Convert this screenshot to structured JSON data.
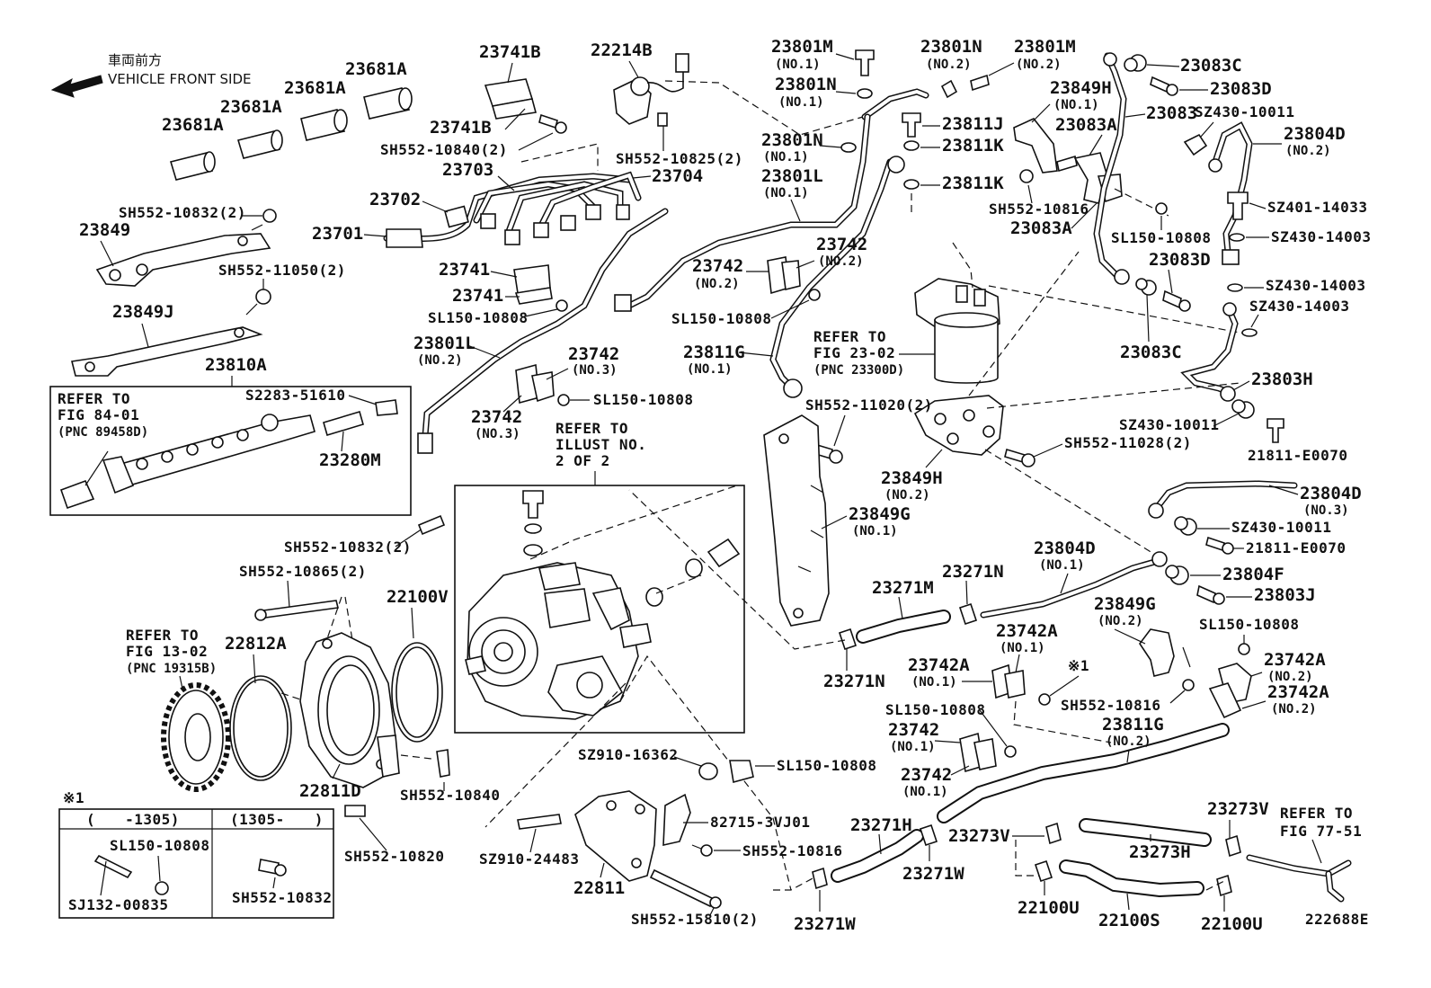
{
  "header": {
    "front_jp": "車両前方",
    "front_en": "VEHICLE FRONT SIDE"
  },
  "figure_id": "222688E",
  "labels": {
    "p23681A_1": "23681A",
    "p23681A_2": "23681A",
    "p23681A_3": "23681A",
    "p23681A_4": "23681A",
    "p23741B_1": "23741B",
    "p23741B_2": "23741B",
    "p22214B": "22214B",
    "sh10840_2": "SH552-10840(2)",
    "sh10825_2": "SH552-10825(2)",
    "p23703": "23703",
    "p23704": "23704",
    "p23702": "23702",
    "p23701": "23701",
    "sh10832_a": "SH552-10832(2)",
    "p23849": "23849",
    "sh11050": "SH552-11050(2)",
    "p23849J": "23849J",
    "p23810A": "23810A",
    "refer84_1": "REFER TO",
    "refer84_2": "FIG 84-01",
    "refer84_3": "(PNC 89458D)",
    "s2283": "S2283-51610",
    "p23280M": "23280M",
    "p23741_1": "23741",
    "p23741_2": "23741",
    "sl10808_a": "SL150-10808",
    "p23801L_2": "23801L",
    "no2_a": "(NO.2)",
    "p23742_3a": "23742",
    "no3_a": "(NO.3)",
    "p23742_3b": "23742",
    "no3_b": "(NO.3)",
    "sl10808_b": "SL150-10808",
    "illust_1": "REFER TO",
    "illust_2": "ILLUST NO.",
    "illust_3": "2 OF 2",
    "p23801M_1": "23801M",
    "no1_m": "(NO.1)",
    "p23801N_1": "23801N",
    "no1_n": "(NO.1)",
    "p23801N_2": "23801N",
    "no2_n": "(NO.2)",
    "p23801M_2": "23801M",
    "no2_m": "(NO.2)",
    "p23801N_3": "23801N",
    "no1_n3": "(NO.1)",
    "p23801L_1": "23801L",
    "no1_l": "(NO.1)",
    "p23811J": "23811J",
    "p23811K_1": "23811K",
    "p23811K_2": "23811K",
    "p23742_2a": "23742",
    "no2_742a": "(NO.2)",
    "p23742_2b": "23742",
    "no2_742b": "(NO.2)",
    "sl10808_c": "SL150-10808",
    "p23811G_1": "23811G",
    "no1_811g": "(NO.1)",
    "refer23_1": "REFER TO",
    "refer23_2": "FIG 23-02",
    "refer23_3": "(PNC 23300D)",
    "p23849H_1": "23849H",
    "no1_849h": "(NO.1)",
    "p23083A_1": "23083A",
    "p23083A_2": "23083A",
    "sh10816_a": "SH552-10816",
    "p23083": "23083",
    "p23083C_1": "23083C",
    "p23083D_1": "23083D",
    "sz10011_a": "SZ430-10011",
    "p23804D_2": "23804D",
    "no2_804d": "(NO.2)",
    "sz14033": "SZ401-14033",
    "sz14003_a": "SZ430-14003",
    "sl10808_d": "SL150-10808",
    "p23083D_2": "23083D",
    "sz14003_b": "SZ430-14003",
    "sz14003_c": "SZ430-14003",
    "p23083C_2": "23083C",
    "p23803H": "23803H",
    "sz10011_b": "SZ430-10011",
    "e0070_a": "21811-E0070",
    "sh11020": "SH552-11020(2)",
    "sh11028": "SH552-11028(2)",
    "p23849H_2": "23849H",
    "no2_849h": "(NO.2)",
    "p23849G_1": "23849G",
    "no1_849g": "(NO.1)",
    "p23804D_3": "23804D",
    "no3_804d": "(NO.3)",
    "sz10011_c": "SZ430-10011",
    "e0070_b": "21811-E0070",
    "p23804D_1": "23804D",
    "no1_804d": "(NO.1)",
    "p23804F": "23804F",
    "p23803J": "23803J",
    "p23271M": "23271M",
    "p23271N_1": "23271N",
    "p23271N_2": "23271N",
    "p23849G_2": "23849G",
    "no2_849g": "(NO.2)",
    "sl10808_e": "SL150-10808",
    "p23742A_1a": "23742A",
    "no1_742a1": "(NO.1)",
    "p23742A_1b": "23742A",
    "no1_742a2": "(NO.1)",
    "p23742A_2a": "23742A",
    "no2_742a1": "(NO.2)",
    "p23742A_2b": "23742A",
    "no2_742a2": "(NO.2)",
    "mark1": "※1",
    "sh10816_b": "SH552-10816",
    "sl10808_f": "SL150-10808",
    "p23742_1a": "23742",
    "no1_742_1a": "(NO.1)",
    "p23742_1b": "23742",
    "no1_742_1b": "(NO.1)",
    "p23811G_2": "23811G",
    "no2_811g": "(NO.2)",
    "sh10832_b": "SH552-10832(2)",
    "sh10865": "SH552-10865(2)",
    "p22100V": "22100V",
    "refer13_1": "REFER TO",
    "refer13_2": "FIG 13-02",
    "refer13_3": "(PNC 19315B)",
    "p22812A": "22812A",
    "p22811D": "22811D",
    "sh10840_b": "SH552-10840",
    "sh10820": "SH552-10820",
    "sz16362": "SZ910-16362",
    "sl10808_g": "SL150-10808",
    "p82715": "82715-3VJ01",
    "sh10816_c": "SH552-10816",
    "sz24483": "SZ910-24483",
    "p22811": "22811",
    "sh15810": "SH552-15810(2)",
    "p23271H": "23271H",
    "p23271W_1": "23271W",
    "p23271W_2": "23271W",
    "p23273V_1": "23273V",
    "p23273V_2": "23273V",
    "p23273H": "23273H",
    "p22100U_1": "22100U",
    "p22100U_2": "22100U",
    "p22100S": "22100S",
    "refer77_1": "REFER TO",
    "refer77_2": "FIG 77-51",
    "note_mark": "※1",
    "note_range_a": "(　　-1305)",
    "note_range_b": "(1305-　　)",
    "note_sl": "SL150-10808",
    "note_sj": "SJ132-00835",
    "note_sh": "SH552-10832"
  }
}
